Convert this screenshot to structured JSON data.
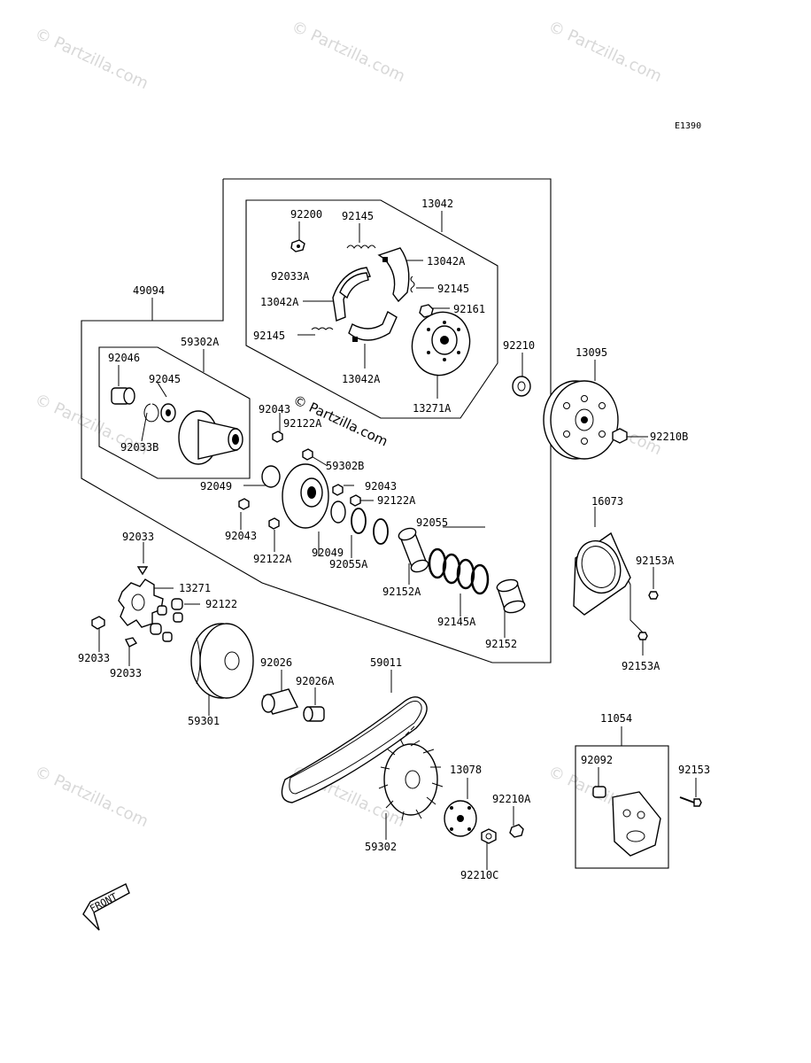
{
  "diagram_code": "E1390",
  "watermark_text": "© Partzilla.com",
  "front_label": "FRONT",
  "part_numbers": [
    "92200",
    "92145",
    "13042",
    "13042A",
    "92033A",
    "92145",
    "13042A",
    "92161",
    "92145",
    "13042A",
    "13271A",
    "92210",
    "13095",
    "92210B",
    "49094",
    "59302A",
    "92046",
    "92045",
    "92033B",
    "92043",
    "92122A",
    "59302B",
    "92049",
    "92043",
    "92122A",
    "92055",
    "92043",
    "92049",
    "92122A",
    "92055A",
    "92152A",
    "92145A",
    "92152",
    "16073",
    "92153A",
    "92153A",
    "92033",
    "13271",
    "92122",
    "92033",
    "92033",
    "59301",
    "92026",
    "92026A",
    "59011",
    "11054",
    "92092",
    "92153",
    "13078",
    "92210A",
    "59302",
    "92210C"
  ]
}
